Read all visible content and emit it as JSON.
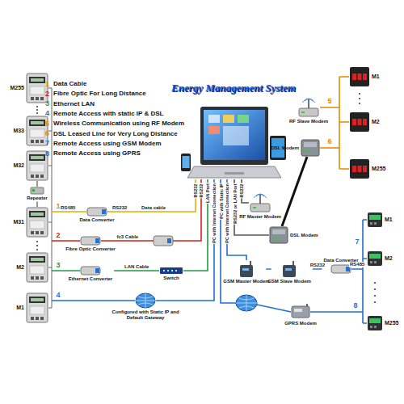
{
  "diagram": {
    "title": "Energy Management System",
    "nodes": [
      {
        "text": [
          "M255"
        ]
      },
      {
        "text": [
          "M33"
        ]
      },
      {
        "text": [
          "M32"
        ]
      },
      {
        "text": [
          "Repeater"
        ]
      },
      {
        "text": [
          "M31"
        ]
      },
      {
        "text": [
          "M2"
        ]
      },
      {
        "text": [
          "M1"
        ]
      },
      {
        "text": [
          "Data Converter"
        ]
      },
      {
        "text": [
          "Fibre Optic Converter"
        ]
      },
      {
        "text": [
          "Ethernet Converter"
        ]
      },
      {
        "text": [
          "Switch"
        ]
      },
      {
        "text": [
          "Configured with Static IP and Default Gateway"
        ]
      },
      {
        "text": [
          "RF Slave Modem"
        ]
      },
      {
        "text": [
          "DSL Modem"
        ]
      },
      {
        "text": [
          "M1"
        ]
      },
      {
        "text": [
          "M2"
        ]
      },
      {
        "text": [
          "M255"
        ]
      },
      {
        "text": [
          "RF Master Modem"
        ]
      },
      {
        "text": [
          "DSL Modem"
        ]
      },
      {
        "text": [
          "GSM Master Modem"
        ]
      },
      {
        "text": [
          "GSM Slave Modem"
        ]
      },
      {
        "text": [
          "Data Converter"
        ]
      },
      {
        "text": [
          "GPRS Modem"
        ]
      },
      {
        "text": [
          "M1"
        ]
      },
      {
        "text": [
          "M2"
        ]
      },
      {
        "text": [
          "M255"
        ]
      }
    ],
    "edges": [
      {
        "from": 2,
        "to": 3,
        "arrow": "none"
      },
      {
        "from": 3,
        "to": 4,
        "arrow": "none"
      },
      {
        "from": 9,
        "to": 10,
        "label": "LAN Cable",
        "arrow": "none"
      },
      {
        "from": 18,
        "to": 13,
        "arrow": "none"
      },
      {
        "from": 19,
        "to": 20,
        "arrow": "none"
      },
      {
        "from": 20,
        "to": 21,
        "label": "RS232",
        "arrow": "none"
      }
    ],
    "labels": [
      "1",
      "Data Cable",
      "2",
      "Fibre Optic For Long Distance",
      "3",
      "Ethernet LAN",
      "4",
      "Remote Access with static IP & DSL",
      "5",
      "Wireless Communication using RF Modem",
      "6",
      "DSL Leased Line for Very Long Distance",
      "7",
      "Remote Access using GSM Modem",
      "8",
      "Remote Access using GPRS",
      "RS485",
      "RS232",
      "Data cable",
      "fc3 Cable",
      "RS232",
      "RS232",
      "LAN Port",
      "PC with Internet Connection",
      "PC with Static IP",
      "PC with Internet Connection",
      "RS232 or LAN Port",
      "RS232",
      "1",
      "2",
      "3",
      "4",
      "5",
      "6",
      "7",
      "8",
      "RS485"
    ]
  }
}
